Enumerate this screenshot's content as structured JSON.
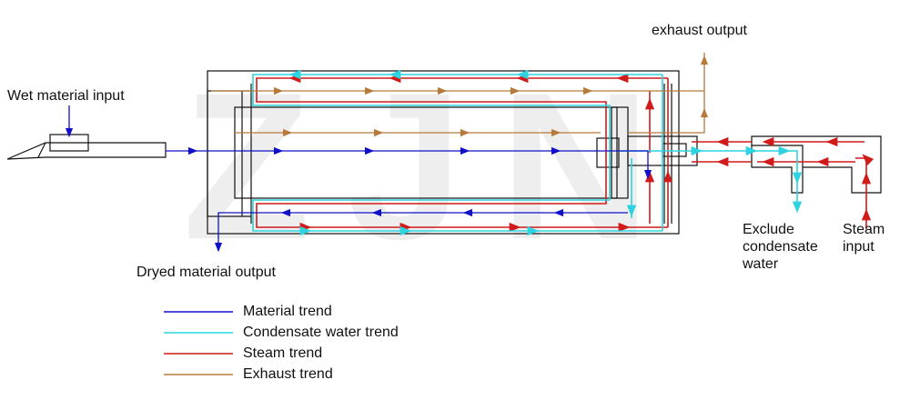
{
  "colors": {
    "material": "#1010cc",
    "condensate": "#2ed3df",
    "steam": "#d11a1a",
    "exhaust": "#b87a3a",
    "outline": "#111111",
    "watermark": "#eeeeee"
  },
  "labels": {
    "wet_material_input": "Wet material input",
    "exhaust_output": "exhaust output",
    "dryed_material_output": "Dryed material output",
    "exclude_condensate_1": "Exclude",
    "exclude_condensate_2": "condensate",
    "exclude_condensate_3": "water",
    "steam_input_1": "Steam",
    "steam_input_2": "input"
  },
  "watermark": "ZJN",
  "legend": [
    {
      "label": "Material trend",
      "color_key": "material"
    },
    {
      "label": "Condensate water trend",
      "color_key": "condensate"
    },
    {
      "label": "Steam trend",
      "color_key": "steam"
    },
    {
      "label": "Exhaust trend",
      "color_key": "exhaust"
    }
  ]
}
